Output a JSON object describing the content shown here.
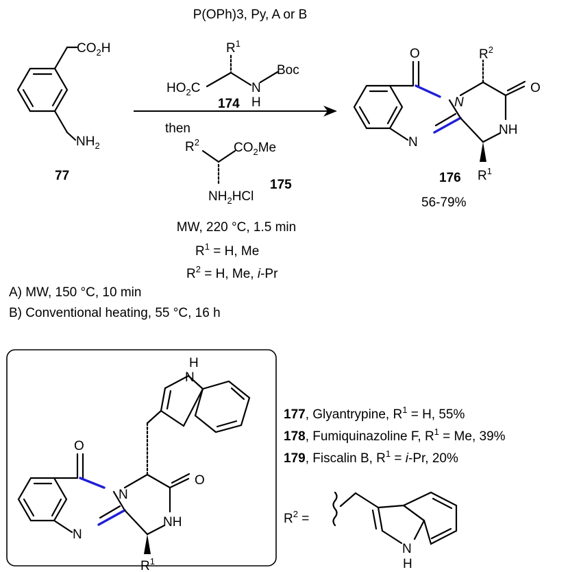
{
  "reagents": {
    "top": "P(OPh)3, Py, A or B",
    "aminoacid_r": "R1",
    "aminoacid_left": "HO2C",
    "aminoacid_boc": "Boc",
    "aminoacid_n": "N",
    "aminoacid_h": "H",
    "aminoacid_num": "174",
    "then": "then",
    "ester_r": "R2",
    "ester_group": "CO2Me",
    "ester_amine": "NH2HCl",
    "ester_num": "175"
  },
  "conditions": {
    "mw": "MW, 220 °C, 1.5 min",
    "r1": "R1 = H, Me",
    "r2_prefix": "R2 = H, Me, ",
    "r2_italic": "i",
    "r2_suffix": "-Pr",
    "a": "A) MW, 150 °C, 10 min",
    "b": "B) Conventional heating, 55 °C, 16 h"
  },
  "start": {
    "acid": "CO2H",
    "amine": "NH2",
    "num": "77"
  },
  "product": {
    "num": "176",
    "yield": "56-79%",
    "r2": "R2",
    "r1": "R1",
    "o_top": "O",
    "o_right": "O",
    "n1": "N",
    "n2": "N",
    "nh": "NH"
  },
  "box": {
    "indole_nh": "H",
    "indole_n": "N",
    "o_left": "O",
    "o_right": "O",
    "n1": "N",
    "n2": "N",
    "nh": "NH",
    "r1": "R1"
  },
  "list": [
    {
      "num": "177",
      "text": ", Glyantrypine, R1 = H, 55%"
    },
    {
      "num": "178",
      "text": ", Fumiquinazoline F, R1 = Me, 39%"
    },
    {
      "num": "179",
      "text": ", Fiscalin B, R1 = i-Pr, 20%"
    }
  ],
  "r2def": {
    "label": "R2 =",
    "nh_h": "H",
    "nh_n": "N"
  }
}
